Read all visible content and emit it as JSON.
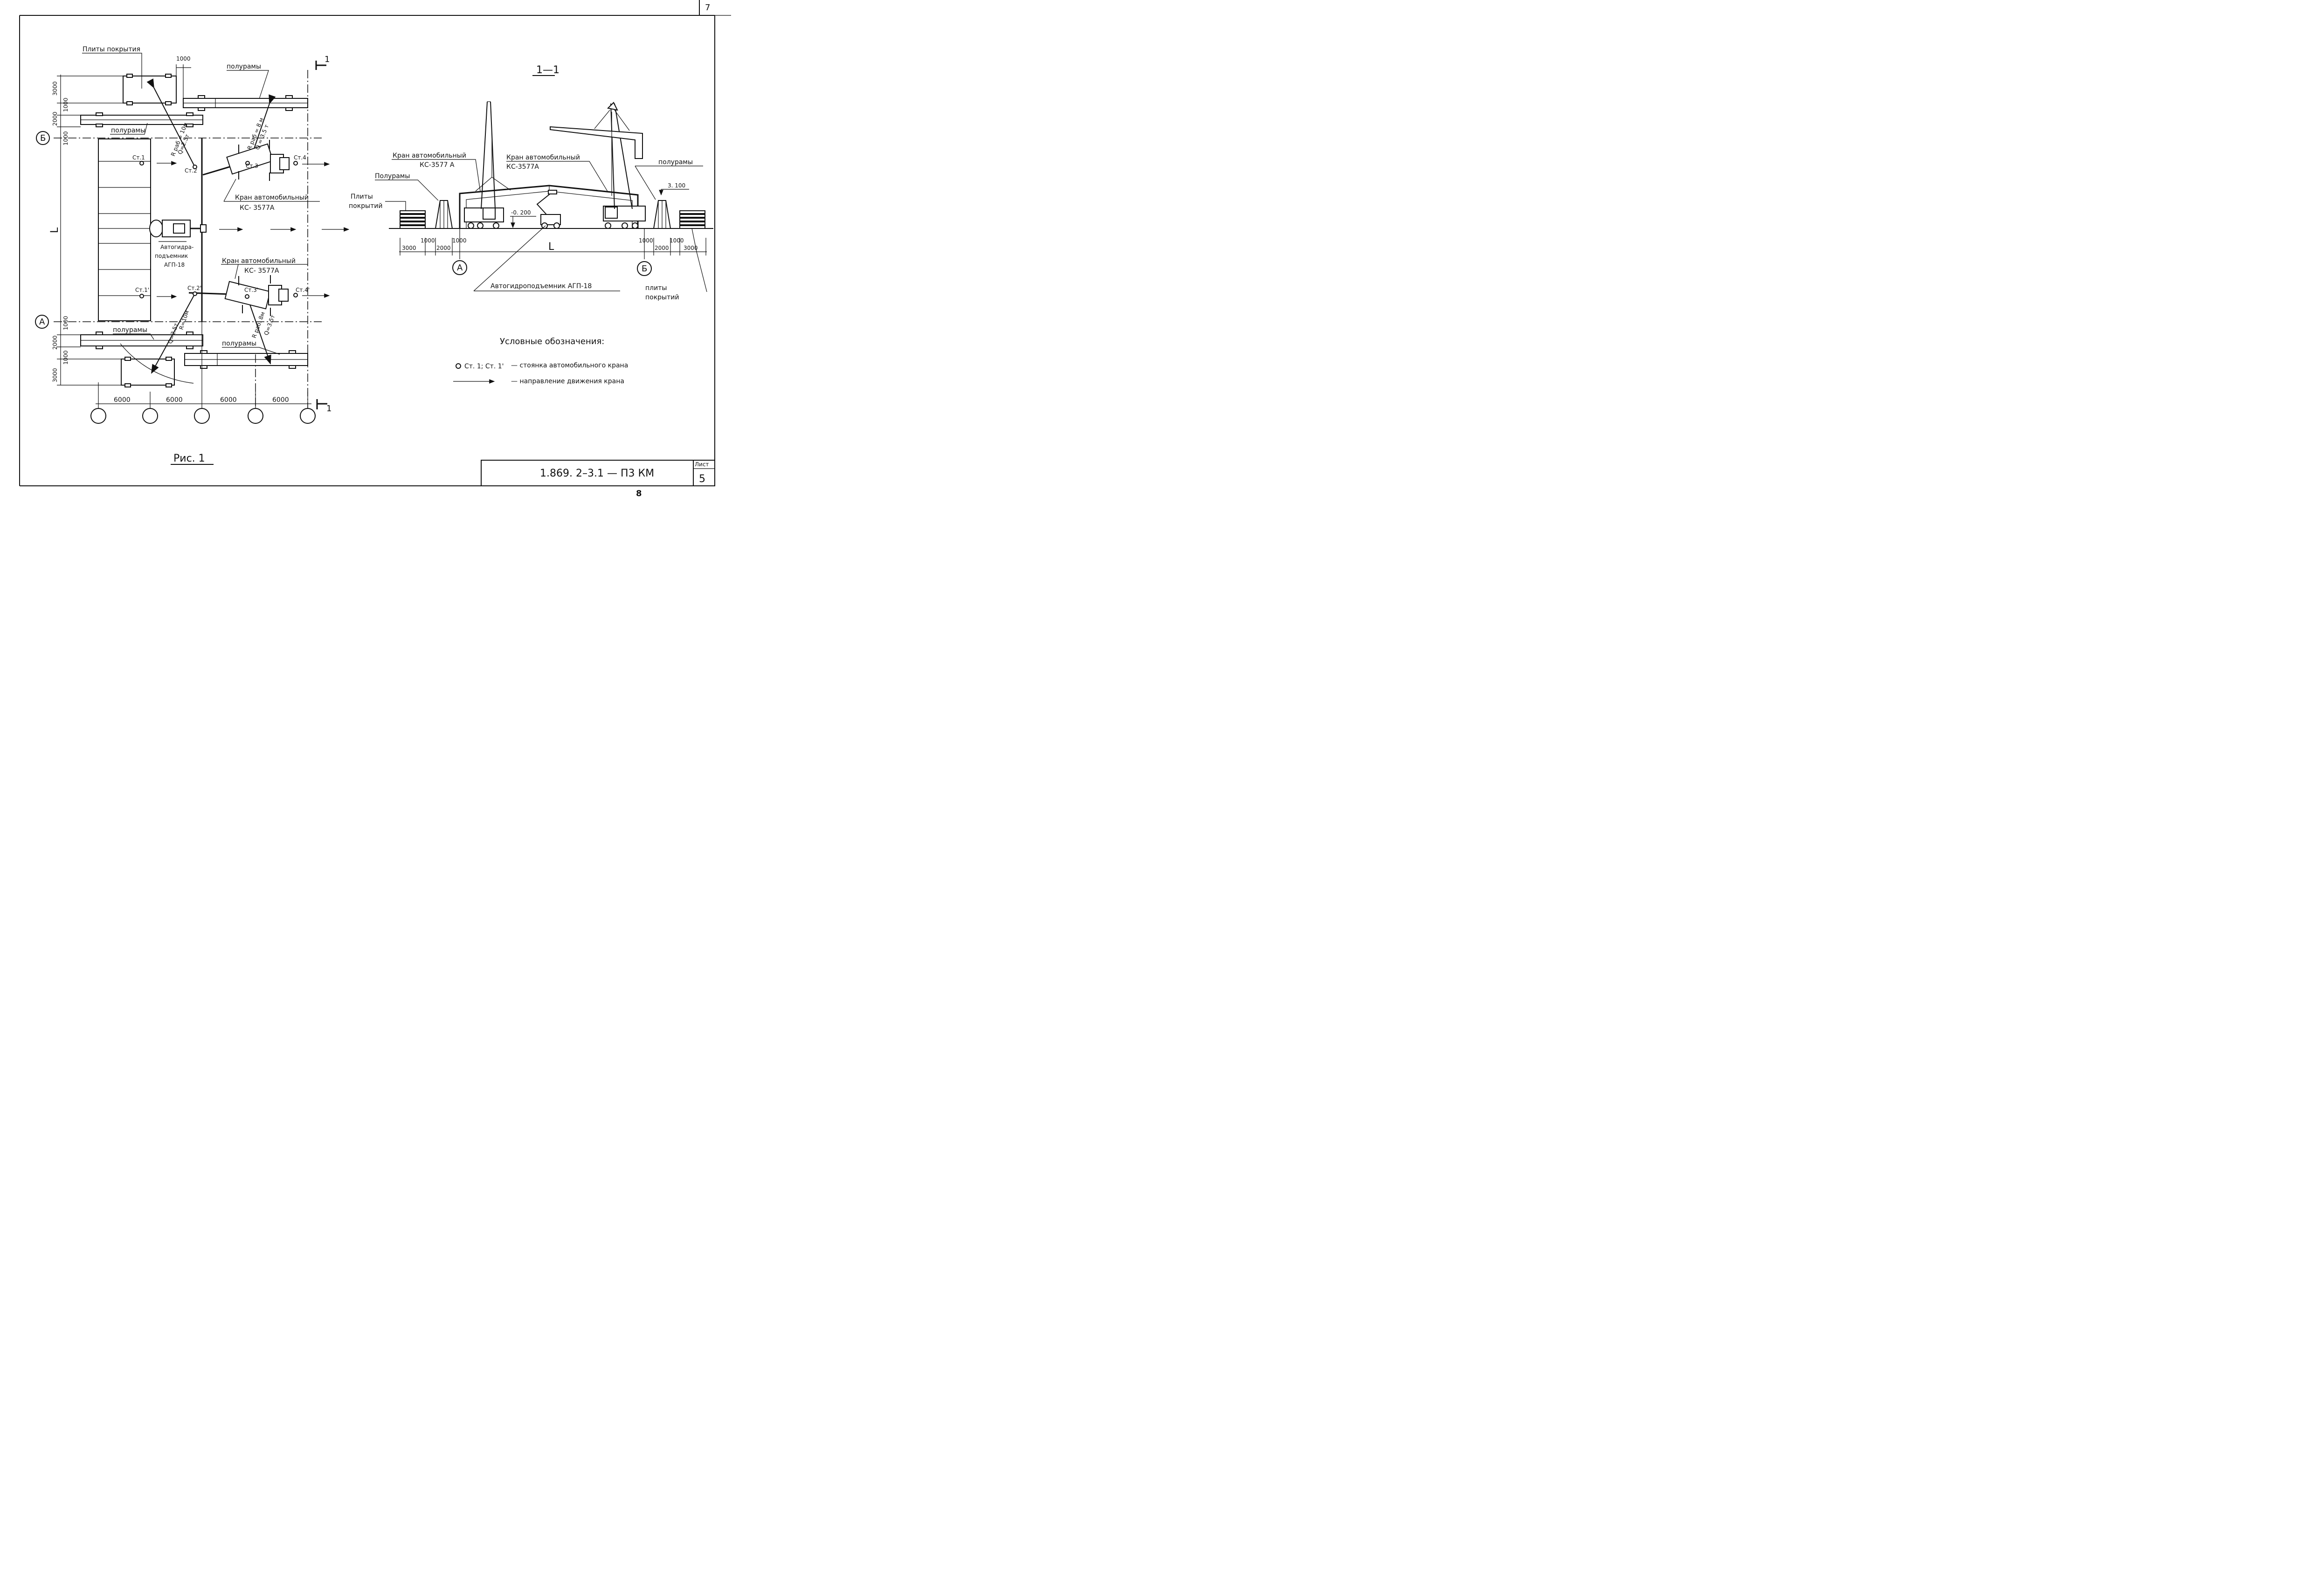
{
  "sheet": {
    "page_corner": "7",
    "page_bottom": "8",
    "code": "1.869. 2–3.1 — П3 КМ",
    "list_label": "Лист",
    "list_number": "5"
  },
  "plan": {
    "caption": "Рис. 1",
    "section_mark": "1",
    "top_slab_label": "Плиты покрытия",
    "dim_1000_top": "1000",
    "top_frames_label": "полурамы",
    "upper_left_frames_label": "полурамы",
    "lower_left_frames_label": "полурамы",
    "lower_right_frames_label": "полурамы",
    "left_dims": [
      "3000",
      "1000",
      "2000",
      "1000",
      "1000",
      "2000",
      "1000",
      "3000"
    ],
    "span_label": "L",
    "axis_top": "Б",
    "axis_bottom": "А",
    "bottom_dims": [
      "6000",
      "6000",
      "6000",
      "6000"
    ],
    "stations": {
      "s1": "Ст.1",
      "s2": "Ст.2",
      "s3": "Ст.3",
      "s4": "Ст.4",
      "s1p": "Ст.1'",
      "s2p": "Ст.2'",
      "s3p": "Ст.3'",
      "s4p": "Ст.4'"
    },
    "radius_labels": {
      "upper_slab_r": "R раб = 10м",
      "upper_slab_q": "Q=2.5т",
      "upper_frame_r": "R раб = 8 м",
      "upper_frame_q": "Q = 3.5 т",
      "lower_slab_q": "Q=2.5т",
      "lower_slab_r": "R=10м",
      "lower_frame_r": "R раб. 8м",
      "lower_frame_q": "Q=3.5т"
    },
    "crane_upper_label_1": "Кран автомобильный",
    "crane_upper_label_2": "КС- 3577А",
    "crane_lower_label_1": "Кран автомобильный",
    "crane_lower_label_2": "КС- 3577А",
    "lift_label_1": "Автогидра-",
    "lift_label_2": "подъемник",
    "lift_label_3": "АГП-18"
  },
  "section": {
    "title": "1—1",
    "crane_left_label_1": "Кран автомобильный",
    "crane_left_label_2": "КС-3577 А",
    "crane_right_label_1": "Кран автомобильный",
    "crane_right_label_2": "КС-3577А",
    "frames_left_label": "Полурамы",
    "frames_right_label": "полурамы",
    "slabs_left_label_1": "Плиты",
    "slabs_left_label_2": "покрытий",
    "slabs_right_label_1": "плиты",
    "slabs_right_label_2": "покрытий",
    "level_top": "3. 100",
    "level_low": "-0. 200",
    "lift_label": "Автогидроподъемник АГП-18",
    "span_label": "L",
    "axis_left": "А",
    "axis_right": "Б",
    "dims_left": [
      "3000",
      "1000",
      "2000",
      "1000"
    ],
    "dims_right": [
      "1000",
      "2000",
      "1000",
      "3000"
    ]
  },
  "legend": {
    "title": "Условные обозначения:",
    "station_symbol": "Ст. 1; Ст. 1'",
    "station_text": "— стоянка автомобильного крана",
    "direction_text": "— направление движения крана"
  }
}
